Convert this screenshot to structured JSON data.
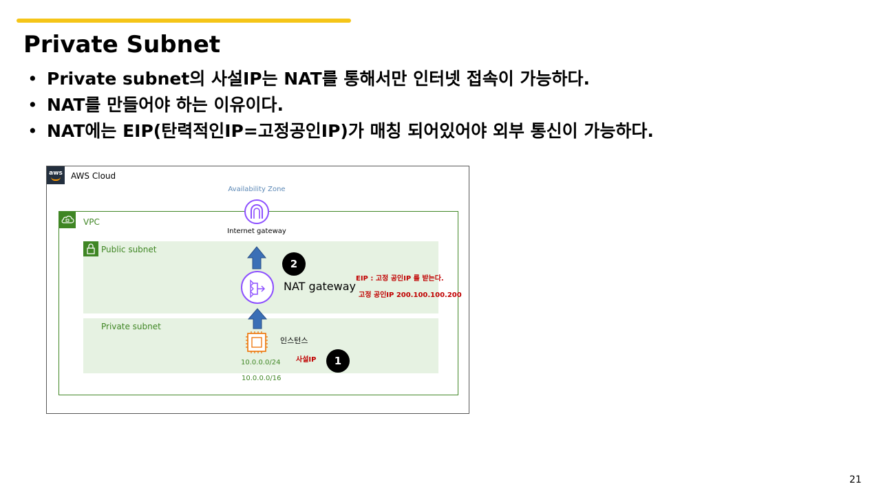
{
  "slide": {
    "title": "Private Subnet",
    "bullets": [
      "Private subnet의 사설IP는 NAT를 통해서만 인터넷 접속이 가능하다.",
      "NAT를 만들어야 하는 이유이다.",
      "NAT에는 EIP(탄력적인IP=고정공인IP)가 매칭 되어있어야 외부 통신이 가능하다."
    ],
    "bullet_symbol": "•",
    "page_number": "21"
  },
  "diagram": {
    "aws_logo_text": "aws",
    "cloud_label": "AWS Cloud",
    "availability_zone_label": "Availability Zone",
    "vpc_label": "VPC",
    "vpc_cidr": "10.0.0.0/16",
    "public_subnet_label": "Public subnet",
    "private_subnet_label": "Private subnet",
    "internet_gateway_label": "Internet gateway",
    "nat_gateway_label": "NAT gateway",
    "eip_note": "EIP : 고정 공인IP 를 받는다.",
    "eip_address": "고정 공인IP 200.100.100.200",
    "instance_label": "인스턴스",
    "subnet_cidr": "10.0.0.0/24",
    "private_ip_label": "사설IP",
    "badge_1": "1",
    "badge_2": "2"
  },
  "colors": {
    "accent_bar": "#f5c518",
    "vpc_green": "#3f8624",
    "subnet_fill": "#e6f2e2",
    "arrow_blue": "#3b6fb6",
    "gateway_purple": "#8c4fff",
    "instance_orange": "#ed7100",
    "note_red": "#c00000"
  },
  "icons": {
    "internet_gateway": "internet-gateway-icon",
    "nat_gateway": "nat-gateway-icon",
    "instance": "ec2-instance-icon",
    "vpc": "vpc-cloud-icon",
    "subnet": "subnet-lock-icon"
  }
}
